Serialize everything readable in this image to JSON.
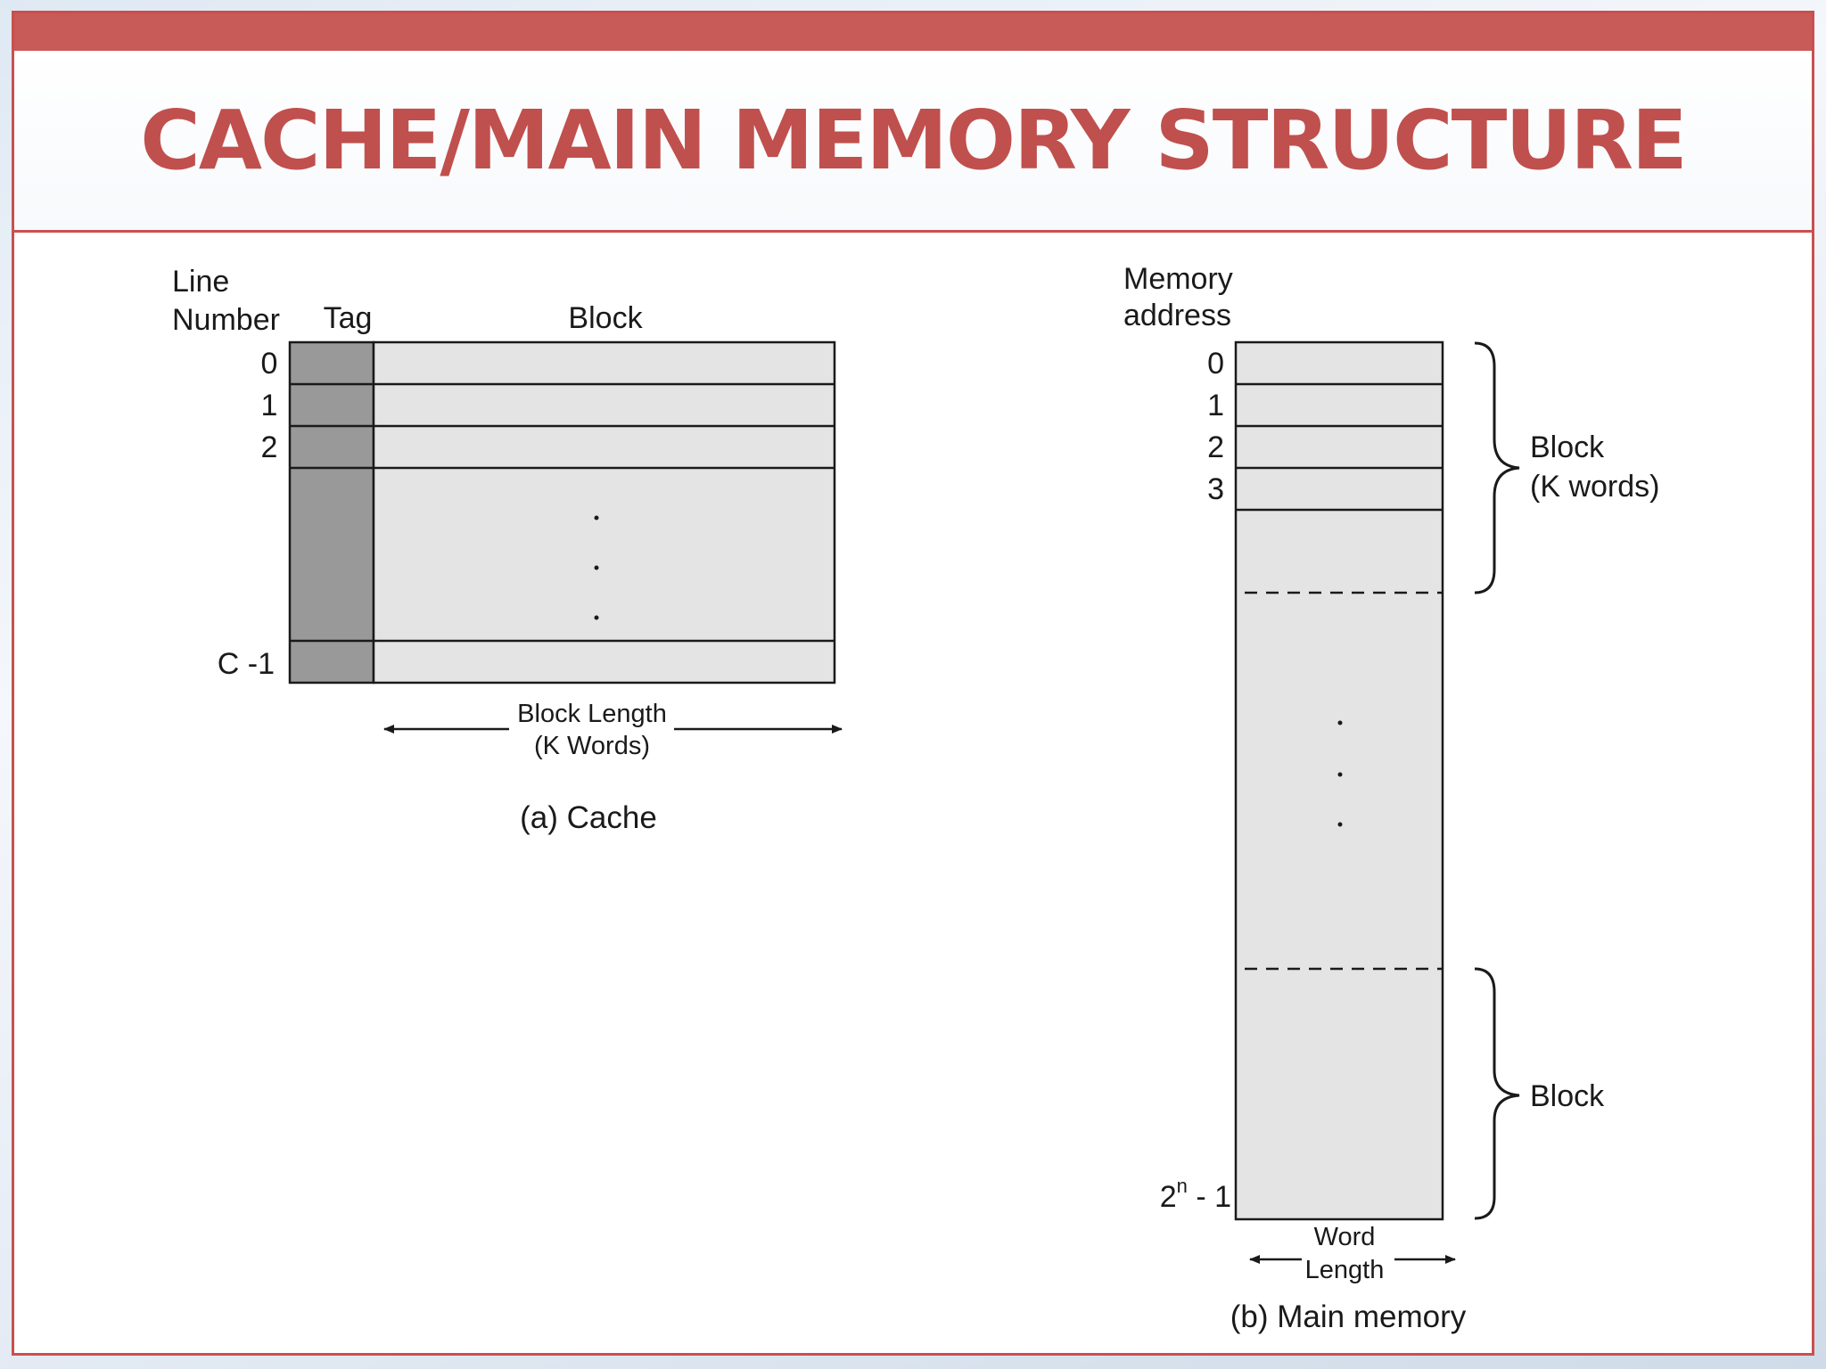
{
  "slide": {
    "title": "CACHE/MAIN MEMORY STRUCTURE"
  },
  "cache": {
    "line_header_1": "Line",
    "line_header_2": "Number",
    "tag_header": "Tag",
    "block_header": "Block",
    "line_labels": [
      "0",
      "1",
      "2"
    ],
    "last_line_label": "C -1",
    "length_label_1": "Block Length",
    "length_label_2": "(K Words)",
    "caption": "(a) Cache"
  },
  "memory": {
    "header_1": "Memory",
    "header_2": "address",
    "address_labels": [
      "0",
      "1",
      "2",
      "3"
    ],
    "last_address_base": "2",
    "last_address_exp": "n",
    "last_address_rest": " - 1",
    "brace_label_top_1": "Block",
    "brace_label_top_2": "(K words)",
    "brace_label_bottom": "Block",
    "length_label_1": "Word",
    "length_label_2": "Length",
    "caption": "(b) Main memory"
  },
  "colors": {
    "accent": "#c0504d",
    "tag_fill": "#999999",
    "block_fill": "#e4e4e4"
  }
}
